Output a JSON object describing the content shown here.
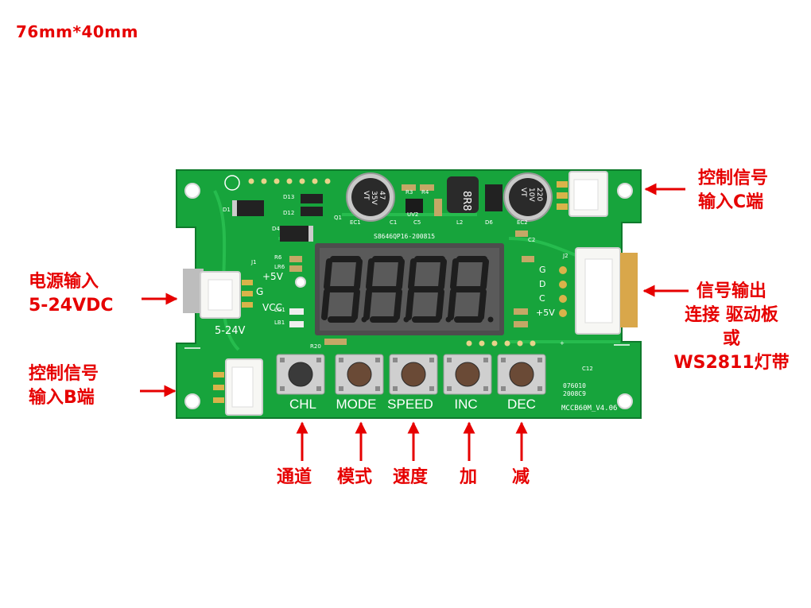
{
  "dimension": "76mm*40mm",
  "callouts": {
    "power_input": [
      "电源输入",
      "5-24VDC"
    ],
    "input_b": [
      "控制信号",
      "输入B端"
    ],
    "input_c": [
      "控制信号",
      "输入C端"
    ],
    "signal_output": [
      "信号输出",
      "连接 驱动板",
      "或",
      "WS2811灯带"
    ]
  },
  "buttons": [
    {
      "silk": "CHL",
      "caption": "通道"
    },
    {
      "silk": "MODE",
      "caption": "模式"
    },
    {
      "silk": "SPEED",
      "caption": "速度"
    },
    {
      "silk": "INC",
      "caption": "加"
    },
    {
      "silk": "DEC",
      "caption": "减"
    }
  ],
  "pcb": {
    "power_pins": [
      "+5V",
      "G",
      "VCC"
    ],
    "power_range": "5-24V",
    "output_pins": [
      "G",
      "D",
      "C",
      "+5V"
    ],
    "model": "MCCB60M_V4.06",
    "date_code": [
      "076010",
      "2008C9"
    ],
    "board_code": "S8646QP16-200815",
    "cap_left": [
      "47",
      "35V",
      "VT"
    ],
    "cap_right": [
      "220",
      "10V",
      "VT"
    ],
    "inductor": "8R8",
    "parts": [
      "D1",
      "D13",
      "D12",
      "D4",
      "Q1",
      "R6",
      "LR6",
      "LG1",
      "LB1",
      "R20",
      "J1",
      "J2",
      "EC1",
      "C1",
      "C5",
      "UV2",
      "L2",
      "D6",
      "EC2",
      "C2",
      "R3",
      "R4",
      "C12",
      "+"
    ]
  },
  "colors": {
    "pcb": "#17a43c",
    "callout": "#e60000",
    "silkscreen": "#ffffff"
  }
}
